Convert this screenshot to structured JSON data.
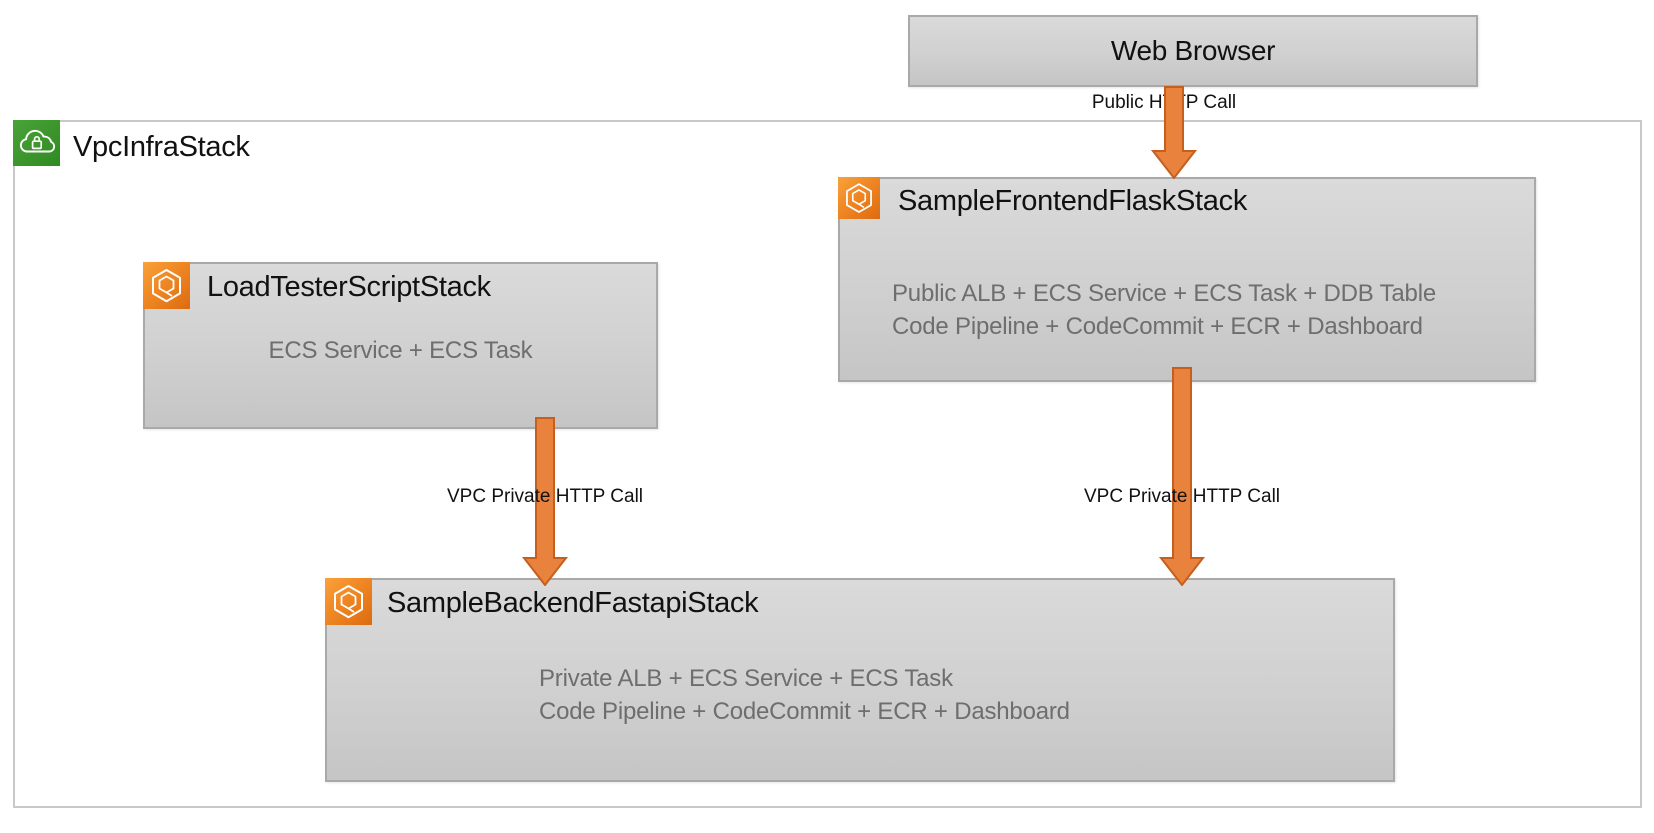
{
  "diagram": {
    "web_browser": {
      "title": "Web Browser"
    },
    "outer_container": {
      "title": "VpcInfraStack",
      "icon": "vpc-cloud-lock-icon"
    },
    "stacks": [
      {
        "id": "loadtester",
        "title": "LoadTesterScriptStack",
        "icon": "cloudformation-stack-icon",
        "components": [
          "ECS Service + ECS Task"
        ]
      },
      {
        "id": "frontend",
        "title": "SampleFrontendFlaskStack",
        "icon": "cloudformation-stack-icon",
        "components": [
          "Public ALB + ECS Service + ECS Task + DDB Table",
          "Code Pipeline + CodeCommit + ECR + Dashboard"
        ]
      },
      {
        "id": "backend",
        "title": "SampleBackendFastapiStack",
        "icon": "cloudformation-stack-icon",
        "components": [
          "Private ALB + ECS Service + ECS Task",
          "Code Pipeline + CodeCommit + ECR + Dashboard"
        ]
      }
    ],
    "connections": [
      {
        "from": "Web Browser",
        "to": "SampleFrontendFlaskStack",
        "label": "Public HTTP Call"
      },
      {
        "from": "LoadTesterScriptStack",
        "to": "SampleBackendFastapiStack",
        "label": "VPC Private HTTP Call"
      },
      {
        "from": "SampleFrontendFlaskStack",
        "to": "SampleBackendFastapiStack",
        "label": "VPC Private HTTP Call"
      }
    ],
    "colors": {
      "arrow_fill": "#E8823C",
      "arrow_border": "#C55F1F",
      "box_fill_top": "#DADADA",
      "box_fill_bottom": "#C5C5C5",
      "box_border": "#A9A9A9",
      "container_border": "#C9C9C9",
      "cfn_icon_orange_light": "#F9A13B",
      "cfn_icon_orange_dark": "#DD6B10",
      "vpc_icon_green": "#3A9A2E",
      "subtitle_text": "#6E6E6E",
      "title_text": "#111111"
    }
  }
}
